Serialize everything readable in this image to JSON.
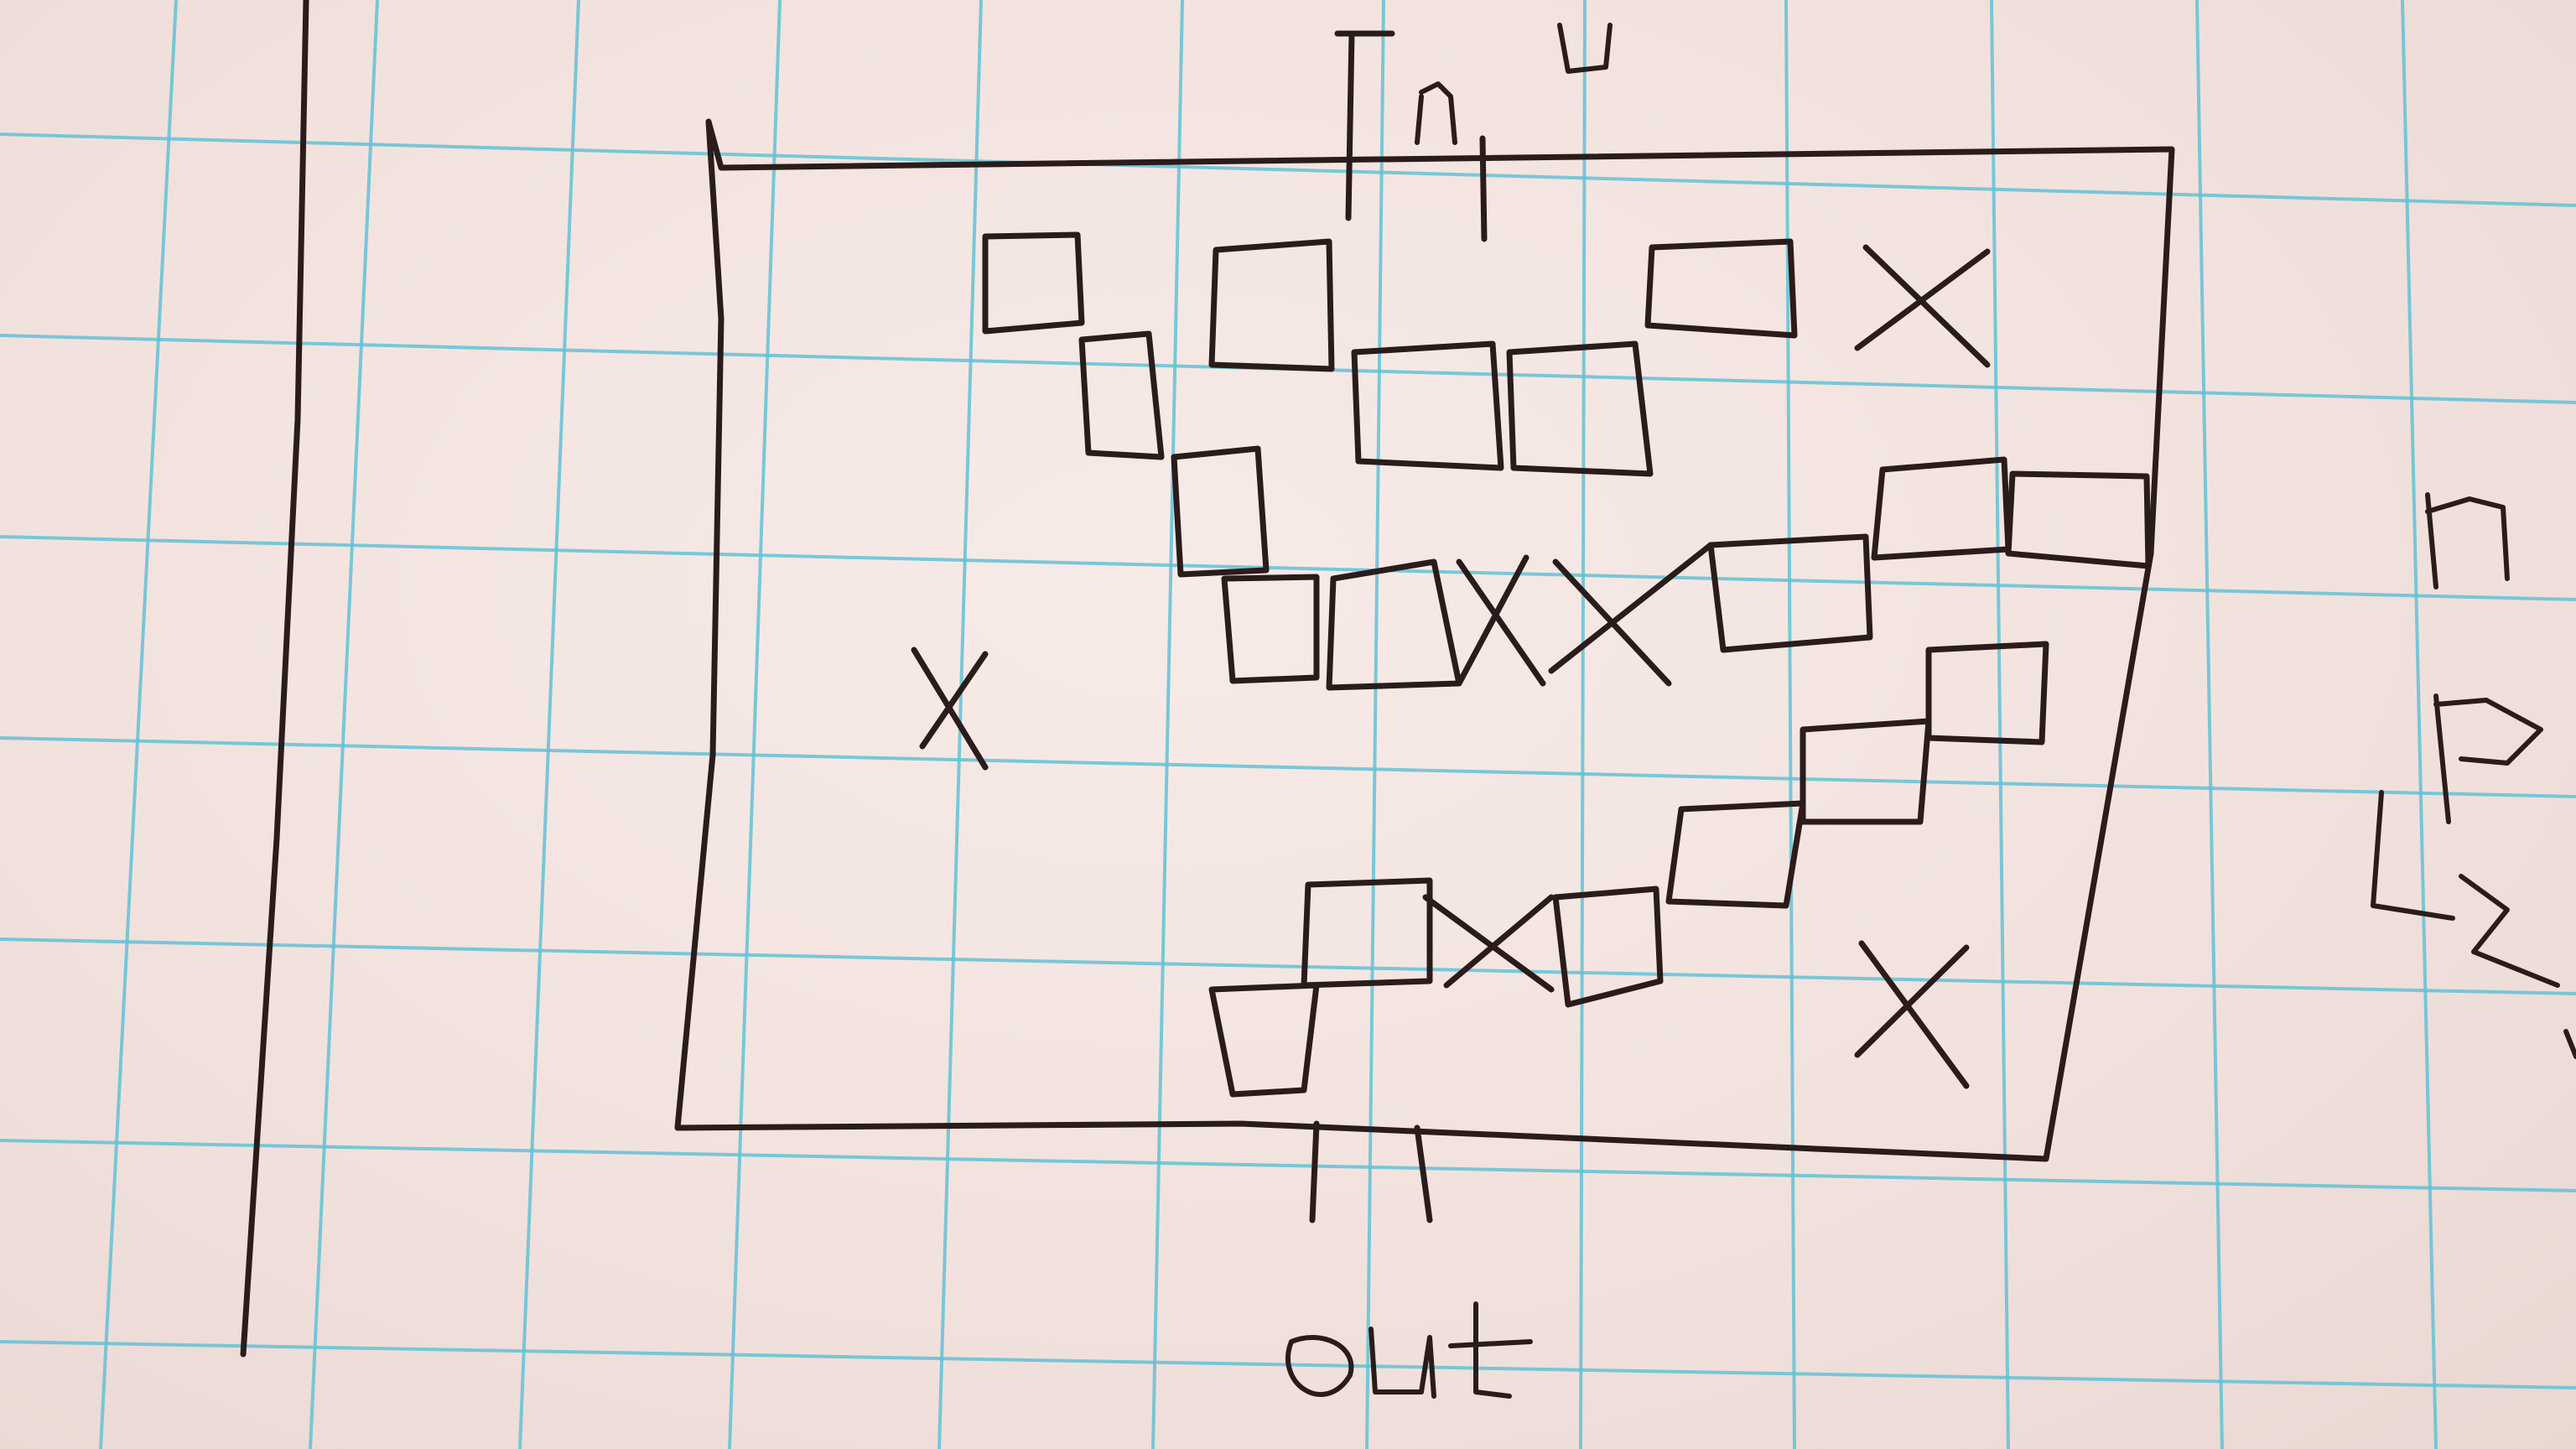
{
  "labels": {
    "in": "In",
    "out": "out",
    "side_n": "n",
    "side_p": "p",
    "tile_blocked": "X"
  },
  "colors": {
    "paper": "#f3e4e0",
    "grid": "#63c2d6",
    "ink": "#2a1c1a"
  }
}
